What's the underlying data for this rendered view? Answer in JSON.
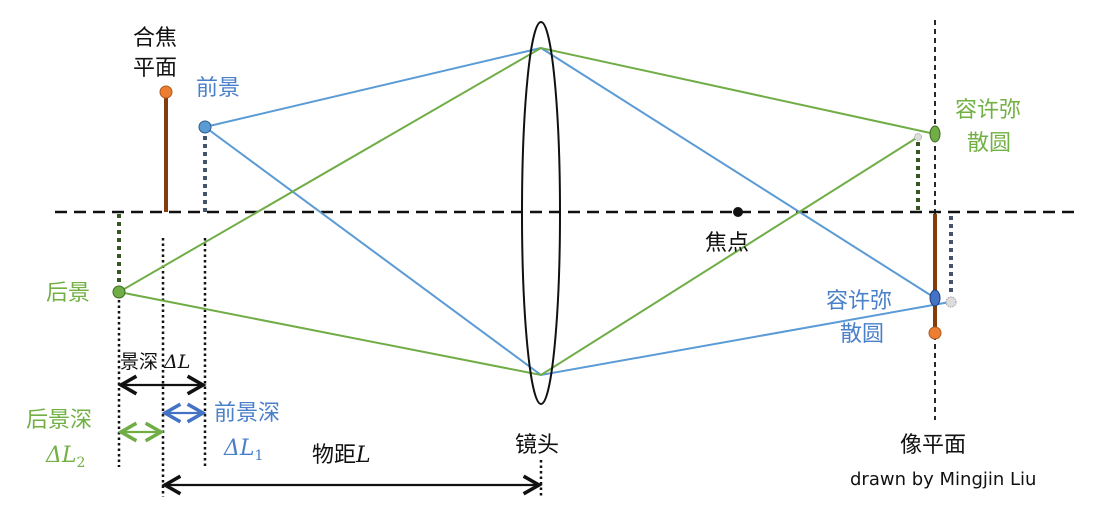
{
  "labels": {
    "focus_plane_line1": "合焦",
    "focus_plane_line2": "平面",
    "foreground": "前景",
    "background": "后景",
    "focal_point": "焦点",
    "coc_green_line1": "容许弥",
    "coc_green_line2": "散圆",
    "coc_blue_line1": "容许弥",
    "coc_blue_line2": "散圆",
    "depth_of_field": "景深",
    "delta_L": "ΔL",
    "front_dof": "前景深",
    "delta_L1": "ΔL",
    "sub1": "1",
    "rear_dof": "后景深",
    "delta_L2": "ΔL",
    "sub2": "2",
    "object_distance": "物距",
    "L": "L",
    "lens": "镜头",
    "image_plane": "像平面",
    "credit": "drawn by Mingjin Liu"
  },
  "colors": {
    "blue_ray": "#5b9bd5",
    "green_ray": "#70ad47",
    "brown": "#843c0c",
    "orange": "#ed7d31"
  }
}
